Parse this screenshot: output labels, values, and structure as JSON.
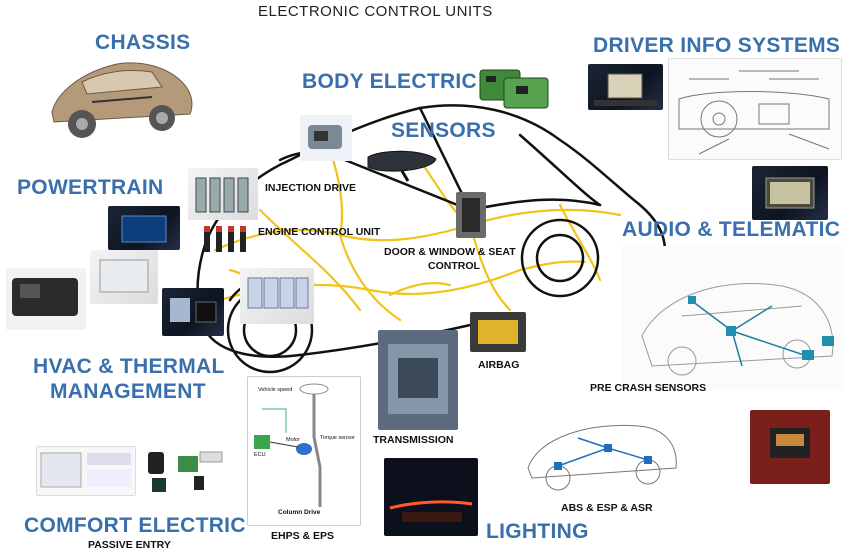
{
  "title": "ELECTRONIC CONTROL UNITS",
  "colors": {
    "category": "#3a6fae",
    "wiring": "#f0c419",
    "outline": "#111111"
  },
  "categories": {
    "chassis": "CHASSIS",
    "body_electric": "BODY ELECTRIC",
    "driver_info": "DRIVER INFO SYSTEMS",
    "sensors": "SENSORS",
    "powertrain": "POWERTRAIN",
    "audio_telematic": "AUDIO & TELEMATIC",
    "hvac_line1": "HVAC & THERMAL",
    "hvac_line2": "MANAGEMENT",
    "comfort_electric": "COMFORT ELECTRIC",
    "lighting": "LIGHTING"
  },
  "labels": {
    "injection_drive": "INJECTION DRIVE",
    "engine_control_unit": "ENGINE CONTROL UNIT",
    "door_window_seat_1": "DOOR & WINDOW & SEAT",
    "door_window_seat_2": "CONTROL",
    "airbag": "AIRBAG",
    "pre_crash_sensors": "PRE CRASH SENSORS",
    "transmission": "TRANSMISSION",
    "abs_esp_asr": "ABS & ESP & ASR",
    "ehps_eps": "EHPS & EPS",
    "passive_entry": "PASSIVE ENTRY",
    "column_drive": "Column Drive",
    "vehicle_speed": "Vehicle speed",
    "ecu": "ECU",
    "motor": "Motor",
    "torque_sensor": "Torque sensor"
  }
}
